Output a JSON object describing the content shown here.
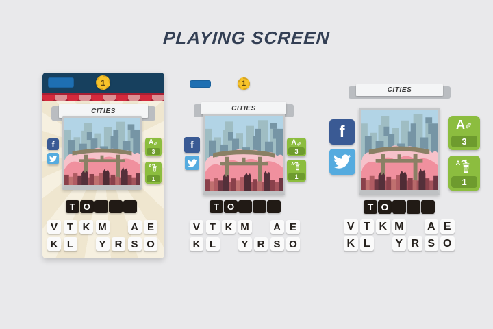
{
  "title": "PLAYING SCREEN",
  "category_label": "CITIES",
  "coin_count": "1",
  "answer_tiles": [
    "T",
    "O",
    "",
    "",
    ""
  ],
  "letter_rows": [
    [
      "V",
      "T",
      "K",
      "M",
      "",
      "A",
      "E"
    ],
    [
      "K",
      "L",
      "",
      "Y",
      "R",
      "S",
      "O"
    ]
  ],
  "hints": {
    "reveal_letter_label": "A",
    "reveal_letter_icon": "✎",
    "reveal_letter_count": "3",
    "remove_letters_label": "A",
    "remove_letters_count": "1"
  },
  "social": {
    "facebook_label": "f"
  },
  "colors": {
    "page_bg": "#e9e9eb",
    "title_text": "#333f54",
    "top_bar": "#17405e",
    "progress_blue": "#1e6fb2",
    "coin_gold": "#f7c32a",
    "coin_edge": "#d9a51e",
    "awning_base": "#a81f33",
    "awning_scallop_a": "#d4293c",
    "awning_scallop_b": "#db9094",
    "panel_cream": "#efe6cf",
    "panel_cream_ray": "#f6f0e0",
    "ribbon_gray": "#babdc1",
    "ribbon_face": "#f4f5f6",
    "frame_gray": "#c6c8ca",
    "facebook_blue": "#3a5a94",
    "twitter_blue": "#55abdf",
    "hint_green": "#8cbd3f",
    "hint_badge_green": "#6e9b2e",
    "answer_black": "#211a15",
    "tile_white": "#fafafa",
    "tile_text": "#26211d"
  }
}
